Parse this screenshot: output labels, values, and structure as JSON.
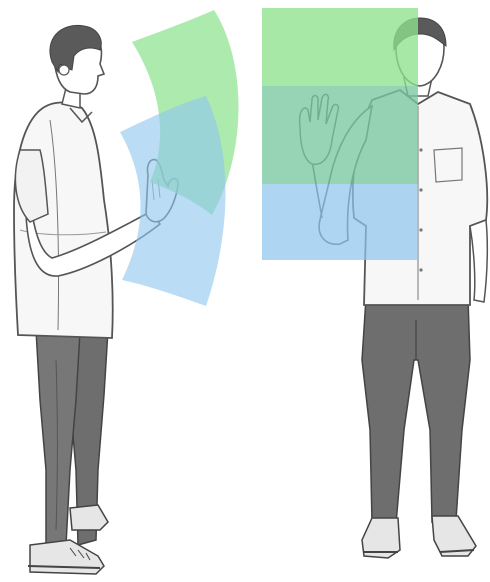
{
  "illustration": {
    "panels": [
      {
        "view": "side",
        "zones": [
          "upper",
          "lower"
        ]
      },
      {
        "view": "front",
        "zones": [
          "upper",
          "middle",
          "lower"
        ]
      }
    ],
    "figure_icon": "standing-man-icon",
    "colors": {
      "zone_green": "#8ee28e",
      "zone_blue": "#8fc6ef",
      "zone_overlap": "#78c8a0",
      "shirt": "#f7f7f7",
      "outline": "#555555",
      "hair": "#5a5a5a",
      "skin": "#ffffff",
      "pants": "#6e6e6e",
      "shoes": "#dddddd"
    }
  }
}
